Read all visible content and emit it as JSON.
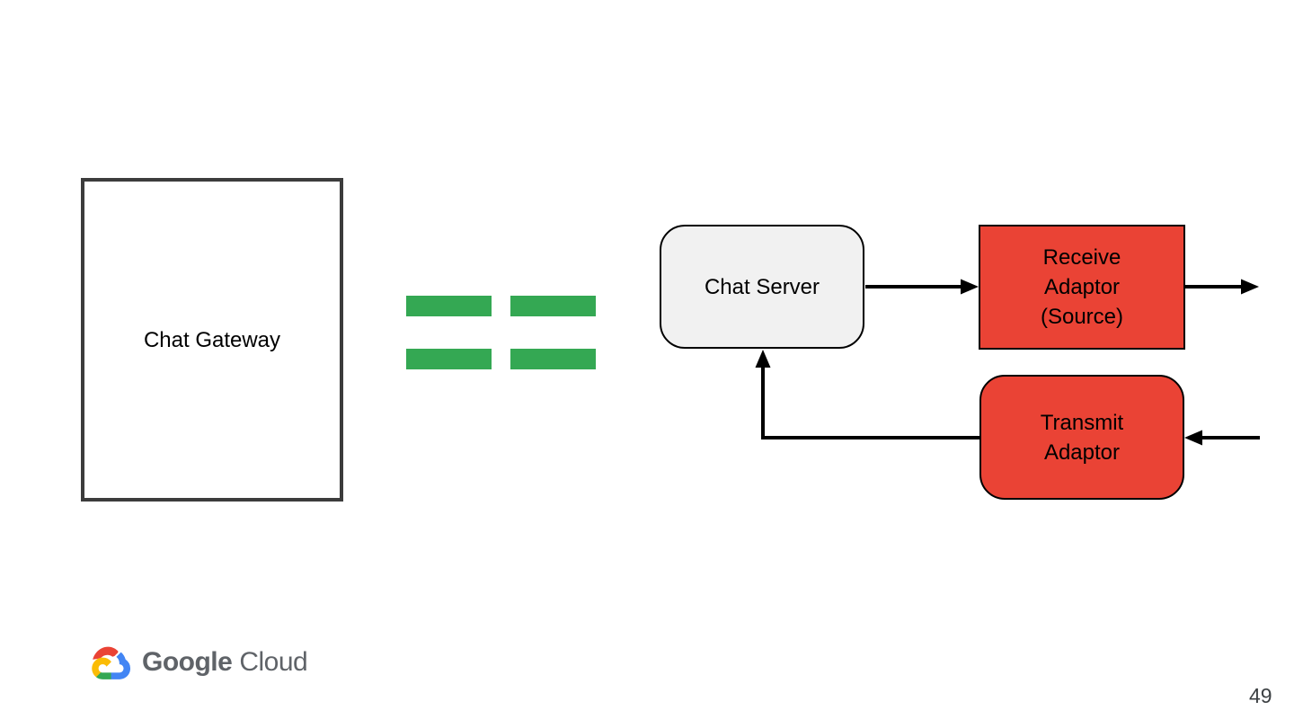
{
  "page": {
    "number": "49",
    "background": "#ffffff"
  },
  "diagram": {
    "chat_gateway": {
      "label": "Chat Gateway"
    },
    "chat_server": {
      "label": "Chat Server"
    },
    "receive_adaptor": {
      "label": "Receive\nAdaptor\n(Source)"
    },
    "transmit_adaptor": {
      "label": "Transmit\nAdaptor"
    },
    "equals_sign": {
      "bars": 4,
      "color": "#34A853"
    },
    "colors": {
      "adaptor_fill": "#EA4335",
      "server_fill": "#F1F1F1",
      "gateway_border": "#3C3C3C",
      "arrow": "#000000",
      "equals_green": "#34A853",
      "label_text": "#000000",
      "logo_text": "#5F6368",
      "page_number_text": "#3C4043"
    }
  },
  "footer": {
    "logo": {
      "google": "Google",
      "cloud": "Cloud"
    }
  }
}
